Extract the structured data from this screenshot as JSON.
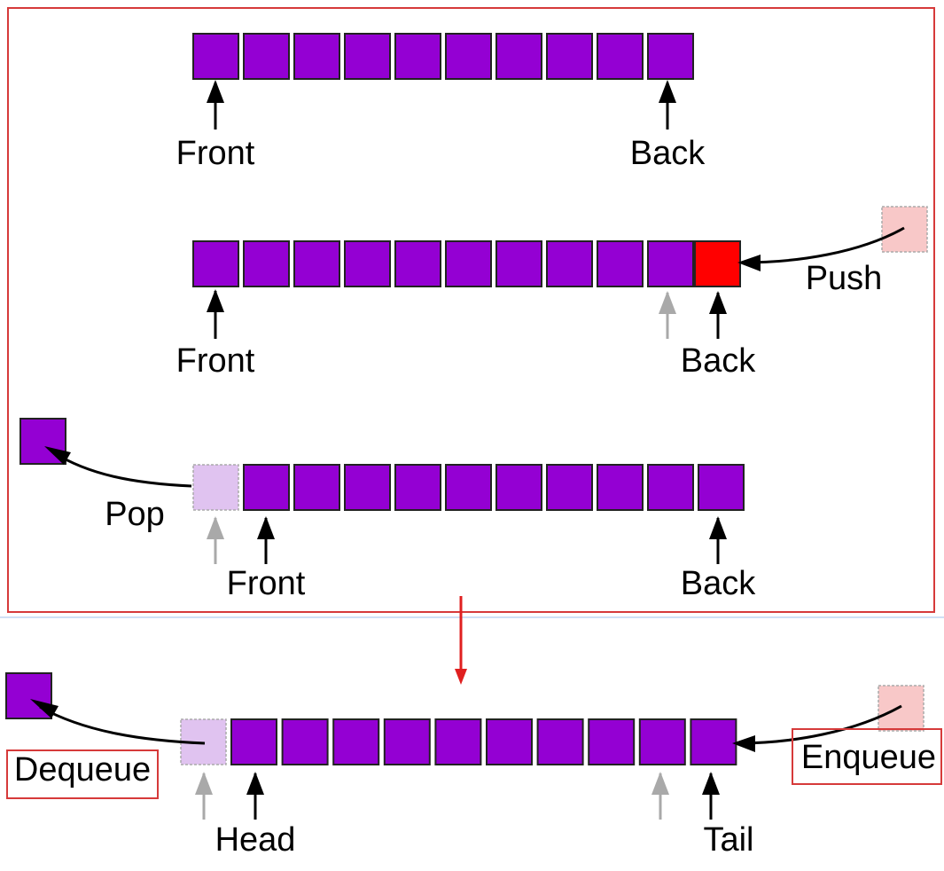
{
  "top_panel": {
    "row1": {
      "front_label": "Front",
      "back_label": "Back"
    },
    "row2": {
      "front_label": "Front",
      "back_label": "Back",
      "push_label": "Push"
    },
    "row3": {
      "front_label": "Front",
      "back_label": "Back",
      "pop_label": "Pop"
    }
  },
  "bottom_panel": {
    "dequeue_label": "Dequeue",
    "enqueue_label": "Enqueue",
    "head_label": "Head",
    "tail_label": "Tail"
  },
  "colors": {
    "cell": "#9400d3",
    "new_cell": "#ff0000",
    "ghost_cell": "#e0c3f0",
    "incoming_cell": "#f8c8c8",
    "frame": "#d63a3a",
    "pointer": "#000000",
    "old_pointer": "#a9a9a9"
  }
}
